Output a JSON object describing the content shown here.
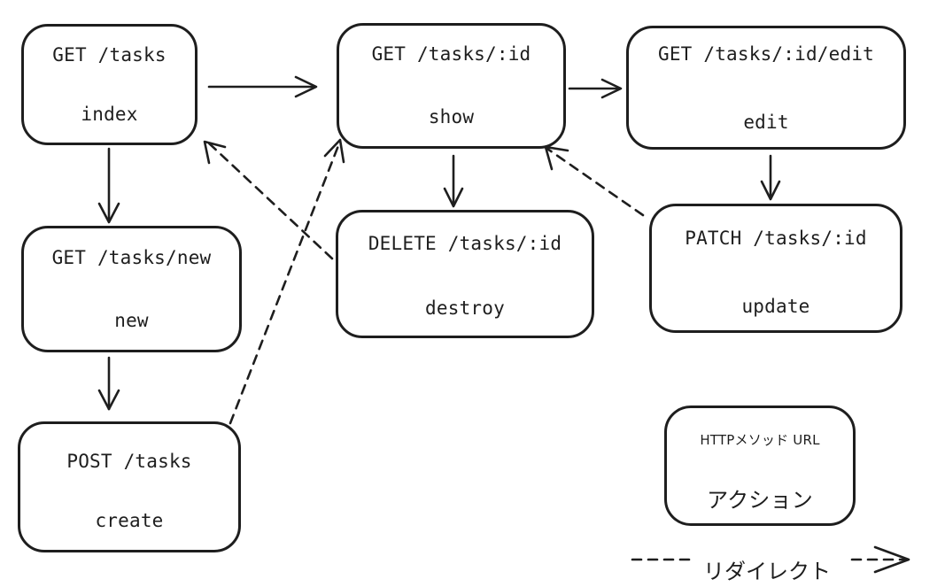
{
  "nodes": {
    "index": {
      "route": "GET /tasks",
      "action": "index"
    },
    "show": {
      "route": "GET /tasks/:id",
      "action": "show"
    },
    "edit": {
      "route": "GET /tasks/:id/edit",
      "action": "edit"
    },
    "new": {
      "route": "GET /tasks/new",
      "action": "new"
    },
    "destroy": {
      "route": "DELETE /tasks/:id",
      "action": "destroy"
    },
    "update": {
      "route": "PATCH /tasks/:id",
      "action": "update"
    },
    "create": {
      "route": "POST /tasks",
      "action": "create"
    }
  },
  "legend": {
    "box_route": "HTTPメソッド URL",
    "box_action": "アクション",
    "redirect_label": "リダイレクト"
  },
  "edges": [
    {
      "from": "index",
      "to": "show",
      "style": "solid"
    },
    {
      "from": "show",
      "to": "edit",
      "style": "solid"
    },
    {
      "from": "index",
      "to": "new",
      "style": "solid"
    },
    {
      "from": "new",
      "to": "create",
      "style": "solid"
    },
    {
      "from": "show",
      "to": "destroy",
      "style": "solid"
    },
    {
      "from": "edit",
      "to": "update",
      "style": "solid"
    },
    {
      "from": "destroy",
      "to": "index",
      "style": "dashed"
    },
    {
      "from": "create",
      "to": "show",
      "style": "dashed"
    },
    {
      "from": "update",
      "to": "show",
      "style": "dashed"
    }
  ]
}
